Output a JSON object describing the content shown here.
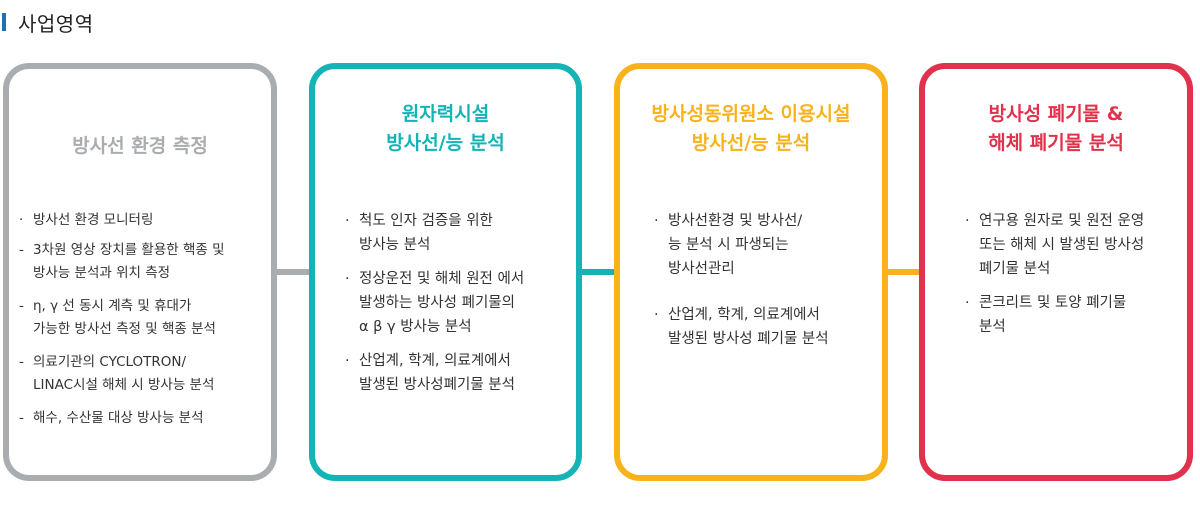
{
  "page": {
    "title": "사업영역",
    "accent_color": "#1f6fb4"
  },
  "colors": {
    "card1": "#a9adb0",
    "card2": "#14b4b6",
    "card3": "#f7b21c",
    "card4": "#e0324c"
  },
  "cards": [
    {
      "title_lines": [
        "방사선 환경 측정"
      ],
      "items": [
        {
          "marker": "·",
          "text": "방사선 환경 모니터링"
        },
        {
          "marker": "-",
          "text": "3차원 영상 장치를 활용한 핵종 및\n방사능 분석과 위치 측정"
        },
        {
          "marker": "-",
          "text": "η, γ 선 동시 계측 및 휴대가\n가능한 방사선 측정 및 핵종 분석"
        },
        {
          "marker": "-",
          "text": "의료기관의 CYCLOTRON/\nLINAC시설 해체 시 방사능 분석"
        },
        {
          "marker": "-",
          "text": "해수, 수산물 대상 방사능 분석"
        }
      ]
    },
    {
      "title_lines": [
        "원자력시설",
        "방사선/능 분석"
      ],
      "items": [
        {
          "marker": "·",
          "text": "척도 인자 검증을 위한\n방사능 분석"
        },
        {
          "marker": "·",
          "text": "정상운전 및 해체 원전 에서\n발생하는 방사성 폐기물의\nα  β  γ  방사능 분석"
        },
        {
          "marker": "·",
          "text": "산업계, 학계, 의료계에서\n발생된 방사성폐기물 분석"
        }
      ]
    },
    {
      "title_lines": [
        "방사성동위원소 이용시설",
        "방사선/능 분석"
      ],
      "items": [
        {
          "marker": "·",
          "text": "방사선환경 및 방사선/\n능 분석 시 파생되는\n방사선관리"
        },
        {
          "marker": "·",
          "text": "산업계, 학계, 의료계에서\n발생된 방사성 폐기물 분석"
        }
      ]
    },
    {
      "title_lines": [
        "방사성 폐기물 &",
        "해체 폐기물 분석"
      ],
      "items": [
        {
          "marker": "·",
          "text": "연구용 원자로 및 원전 운영\n또는 해체 시 발생된 방사성\n폐기물 분석"
        },
        {
          "marker": "·",
          "text": "콘크리트 및 토양 폐기물\n분석"
        }
      ]
    }
  ]
}
